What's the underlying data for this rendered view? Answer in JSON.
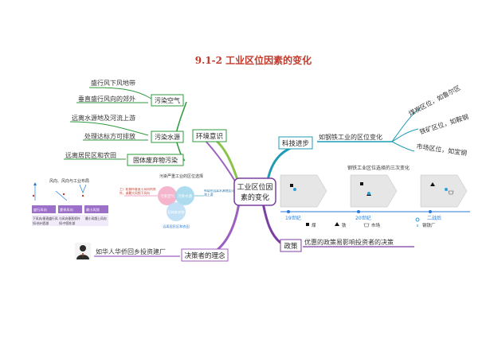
{
  "title": "9.1-2 工业区位因素的变化",
  "colors": {
    "title": "#c0392b",
    "green": "#2e9a3c",
    "purple": "#7b3fa0",
    "teal": "#1f9bb5",
    "pink": "#e8488a",
    "blue": "#2a7bd8"
  },
  "center": {
    "line1": "工业区位因",
    "line2": "素的变化"
  },
  "env": {
    "label": "环境意识",
    "pollution_air": "污染空气",
    "pollution_water": "污染水源",
    "solid_waste": "固体废弃物污染",
    "leaf_1": "盛行风下风地带",
    "leaf_2": "垂直盛行风向的郊外",
    "leaf_3": "远离水源地及河流上游",
    "leaf_4": "处理达标方可排放",
    "leaf_5": "远离居民区和农田"
  },
  "tech": {
    "label": "科技进步",
    "example": "如钢铁工业的区位变化",
    "leaf_1": "煤炭区位，如鲁尔区",
    "leaf_2": "铁矿区位，如鞍钢",
    "leaf_3": "市场区位，如宝钢",
    "fig_title": "钢铁工业区位选择的三次变化",
    "eras": [
      "19世纪",
      "20世纪",
      "二战后"
    ],
    "legend": [
      "煤",
      "铁",
      "市场",
      "钢铁厂"
    ]
  },
  "policy": {
    "label": "政策",
    "text": "优惠的政策易影响投资者的决策"
  },
  "decision": {
    "label": "决策者的理念",
    "text": "如华人华侨回乡投资建厂"
  },
  "left_fig": {
    "title": "风向、风向与工业布局",
    "col_1": "盛行风向",
    "col_2": "夏季风向",
    "col_3": "最小风频",
    "r1_1": "下风向/垂直盛行风",
    "r1_2": "与风向垂直郊外",
    "r1_3": "最小风频上风向",
    "r2_1": "如:杭州西部",
    "r2_2": "如:中国东部",
    "r2_3": ""
  },
  "mid_fig": {
    "title": "污染严重工业的区位选择",
    "circle_1": "污染空气",
    "circle_2": "污染水源",
    "circle_3": "固体废弃物",
    "left_note": "工厂距城市垂直于风向的郊外，或最大风频下风向",
    "right_note": "布局在远离水源地及河流上游",
    "bottom_note": "远离居民区和农田"
  }
}
